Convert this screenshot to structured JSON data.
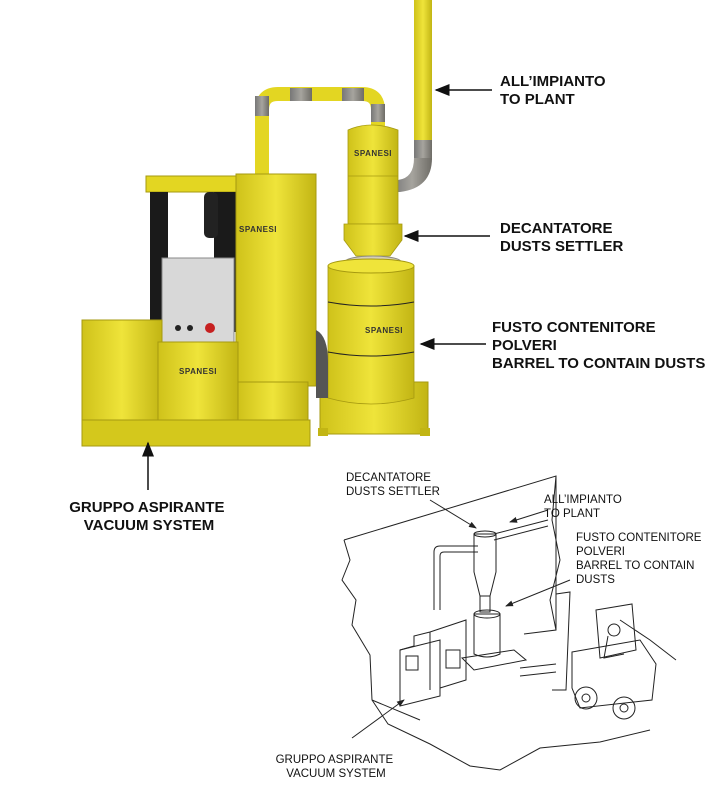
{
  "photo": {
    "brand": "SPANESI",
    "labels": {
      "to_plant": [
        "ALL’IMPIANTO",
        "TO PLANT"
      ],
      "settler": [
        "DECANTATORE",
        "DUSTS SETTLER"
      ],
      "barrel": [
        "FUSTO CONTENITORE",
        "POLVERI",
        "BARREL TO CONTAIN DUSTS"
      ],
      "vacuum": [
        "GRUPPO ASPIRANTE",
        "VACUUM SYSTEM"
      ]
    }
  },
  "sketch": {
    "labels": {
      "settler": [
        "DECANTATORE",
        "DUSTS SETTLER"
      ],
      "to_plant": [
        "ALL’IMPIANTO",
        "TO PLANT"
      ],
      "barrel": [
        "FUSTO CONTENITORE",
        "POLVERI",
        "BARREL TO CONTAIN",
        "DUSTS"
      ],
      "vacuum": [
        "GRUPPO ASPIRANTE",
        "VACUUM SYSTEM"
      ]
    }
  },
  "colors": {
    "machine_yellow": "#e3d622",
    "machine_shadow": "#b9ad12",
    "pipe_grey": "#8c8a84",
    "panel_grey": "#d8d8d8"
  }
}
